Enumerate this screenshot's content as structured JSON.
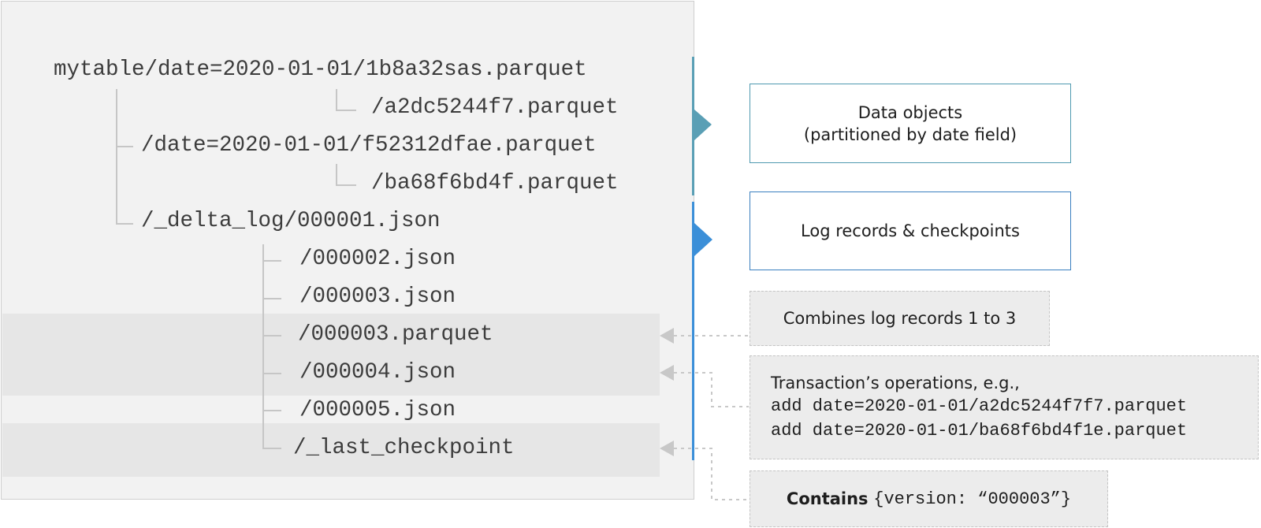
{
  "tree": {
    "root_path": "mytable/date=2020-01-01/1b8a32sas.parquet",
    "file_a2": "/a2dc5244f7.parquet",
    "partition_2": "/date=2020-01-01/f52312dfae.parquet",
    "file_ba": "/ba68f6bd4f.parquet",
    "delta_log": "/_delta_log/000001.json",
    "log_2": "/000002.json",
    "log_3": "/000003.json",
    "checkpoint_3": "/000003.parquet",
    "log_4": "/000004.json",
    "log_5": "/000005.json",
    "last_checkpoint": "/_last_checkpoint"
  },
  "annotations": {
    "data_objects_line1": "Data objects",
    "data_objects_line2": "(partitioned by date field)",
    "log_records": "Log records & checkpoints",
    "combines": "Combines log records 1 to 3",
    "transaction_heading": "Transaction’s operations, e.g.,",
    "transaction_op1": "add date=2020-01-01/a2dc5244f7f7.parquet",
    "transaction_op2": "add date=2020-01-01/ba68f6bd4f1e.parquet",
    "contains_bold": "Contains",
    "contains_code": "{version: “000003”}"
  },
  "colors": {
    "data_bracket": "#5a9fb5",
    "log_bracket": "#3b8fd8",
    "connector": "#c6c6c6",
    "dotted_arrow": "#c8c8c8"
  }
}
